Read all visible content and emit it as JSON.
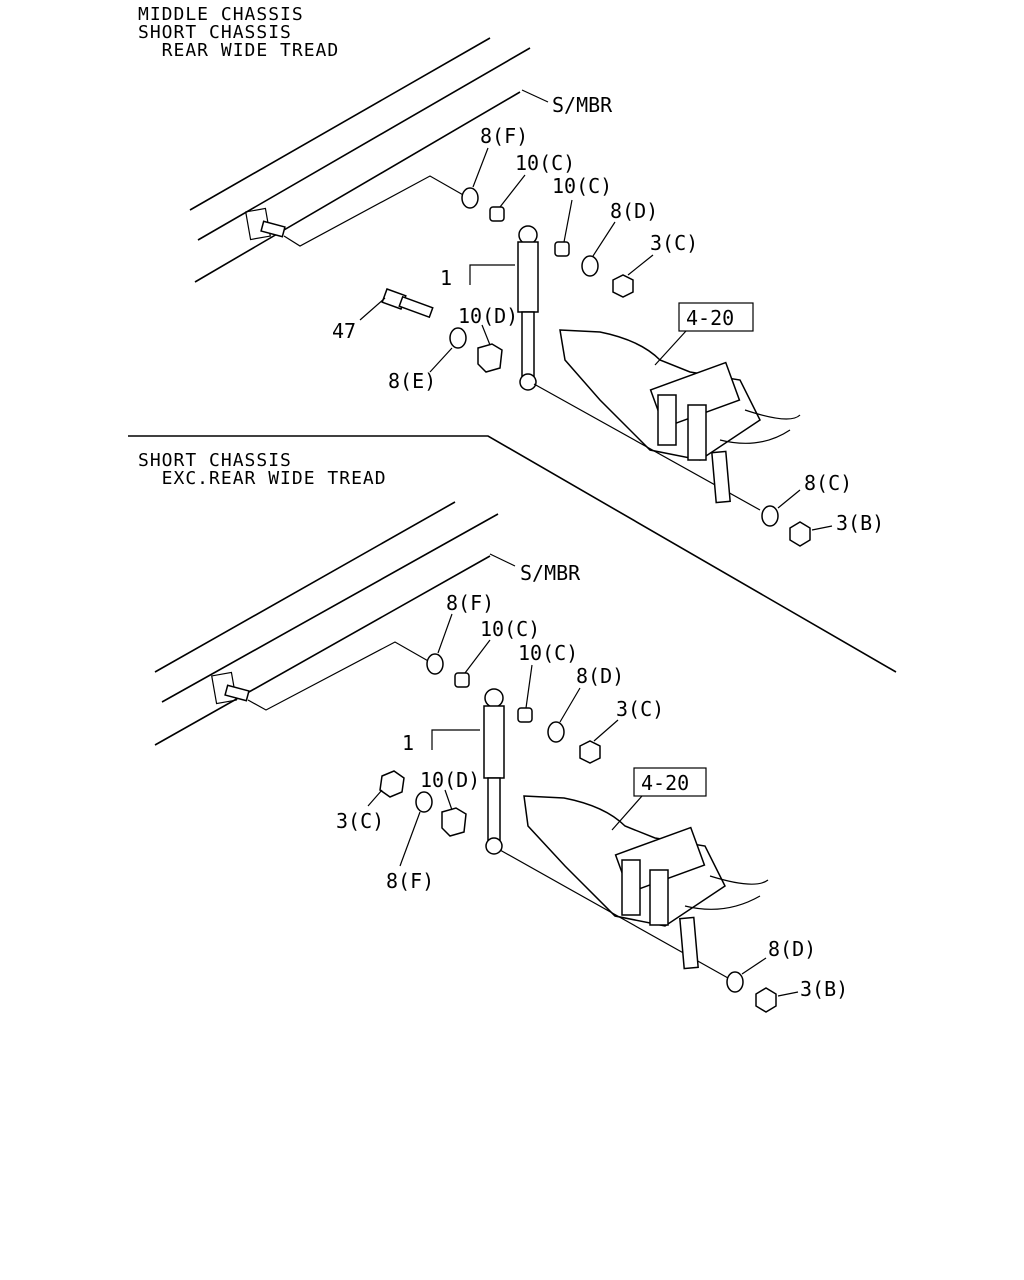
{
  "upper": {
    "header": [
      "MIDDLE CHASSIS",
      "SHORT CHASSIS",
      "  REAR WIDE TREAD"
    ],
    "smbr": "S/MBR",
    "labels": {
      "washer_top": "8(F)",
      "bush_1": "10(C)",
      "bush_2": "10(C)",
      "washer_d": "8(D)",
      "nut_c": "3(C)",
      "shock": "1",
      "bush_lower": "10(D)",
      "bolt": "47",
      "washer_e": "8(E)",
      "ref_box": "4-20",
      "washer_c": "8(C)",
      "nut_b": "3(B)"
    }
  },
  "lower": {
    "header": [
      "SHORT CHASSIS",
      "  EXC.REAR WIDE TREAD"
    ],
    "smbr": "S/MBR",
    "labels": {
      "washer_top": "8(F)",
      "bush_1": "10(C)",
      "bush_2": "10(C)",
      "washer_d": "8(D)",
      "nut_c": "3(C)",
      "shock": "1",
      "bush_lower": "10(D)",
      "nut_left": "3(C)",
      "washer_f": "8(F)",
      "ref_box": "4-20",
      "washer_d2": "8(D)",
      "nut_b": "3(B)"
    }
  }
}
